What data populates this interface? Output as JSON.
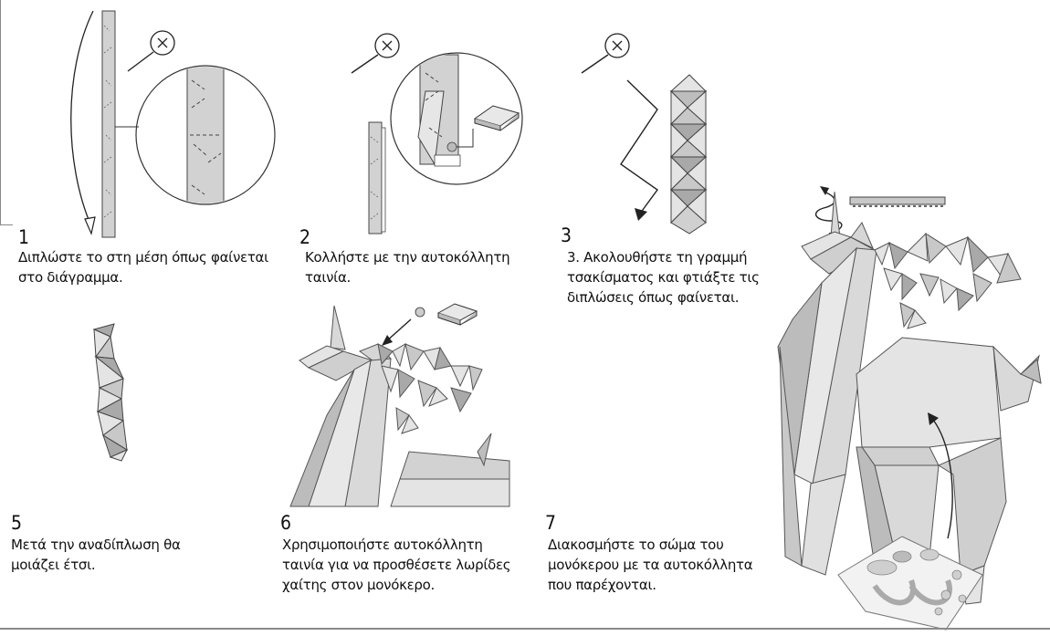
{
  "steps": [
    {
      "number": "1",
      "caption": "Διπλώστε το στη μέση όπως φαίνεται\nστο διάγραμμα."
    },
    {
      "number": "2",
      "caption": "Κολλήστε με την αυτοκόλλητη\nταινία."
    },
    {
      "number": "3",
      "caption": "3. Ακολουθήστε τη γραμμή\nτσακίσματος και φτιάξτε τις\nδιπλώσεις όπως φαίνεται."
    },
    {
      "number": "5",
      "caption": "Μετά την αναδίπλωση θα\nμοιάζει έτσι."
    },
    {
      "number": "6",
      "caption": "Χρησιμοποιήστε αυτοκόλλητη\nταινία για να προσθέσετε λωρίδες\nχαίτης στον μονόκερο."
    },
    {
      "number": "7",
      "caption": "Διακοσμήστε το σώμα του\nμονόκερου με τα αυτοκόλλητα\nπου παρέχονται."
    }
  ],
  "icons": [
    "magnifier-icon",
    "glue-dot-icon",
    "tape-roll-icon",
    "rotate-arrow-icon",
    "sticker-sheet-icon"
  ],
  "colors": {
    "paper_light": "#e4e4e4",
    "paper_mid": "#c8c8c8",
    "paper_dark": "#a8a8a8",
    "outline": "#333333"
  }
}
